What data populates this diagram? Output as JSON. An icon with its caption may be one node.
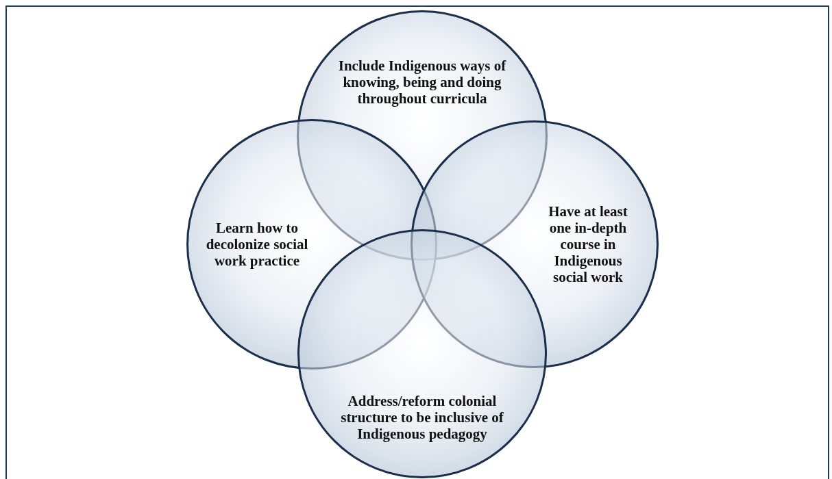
{
  "diagram": {
    "nodes": [
      {
        "text": [
          "Include Indigenous ways of knowing, being and doing throughout curricula"
        ]
      },
      {
        "text": [
          "Learn how to decolonize social work practice"
        ]
      },
      {
        "text": [
          "Have at least one in-depth course in Indigenous social work"
        ]
      },
      {
        "text": [
          "Address/reform colonial structure to be inclusive of Indigenous pedagogy"
        ]
      }
    ]
  }
}
